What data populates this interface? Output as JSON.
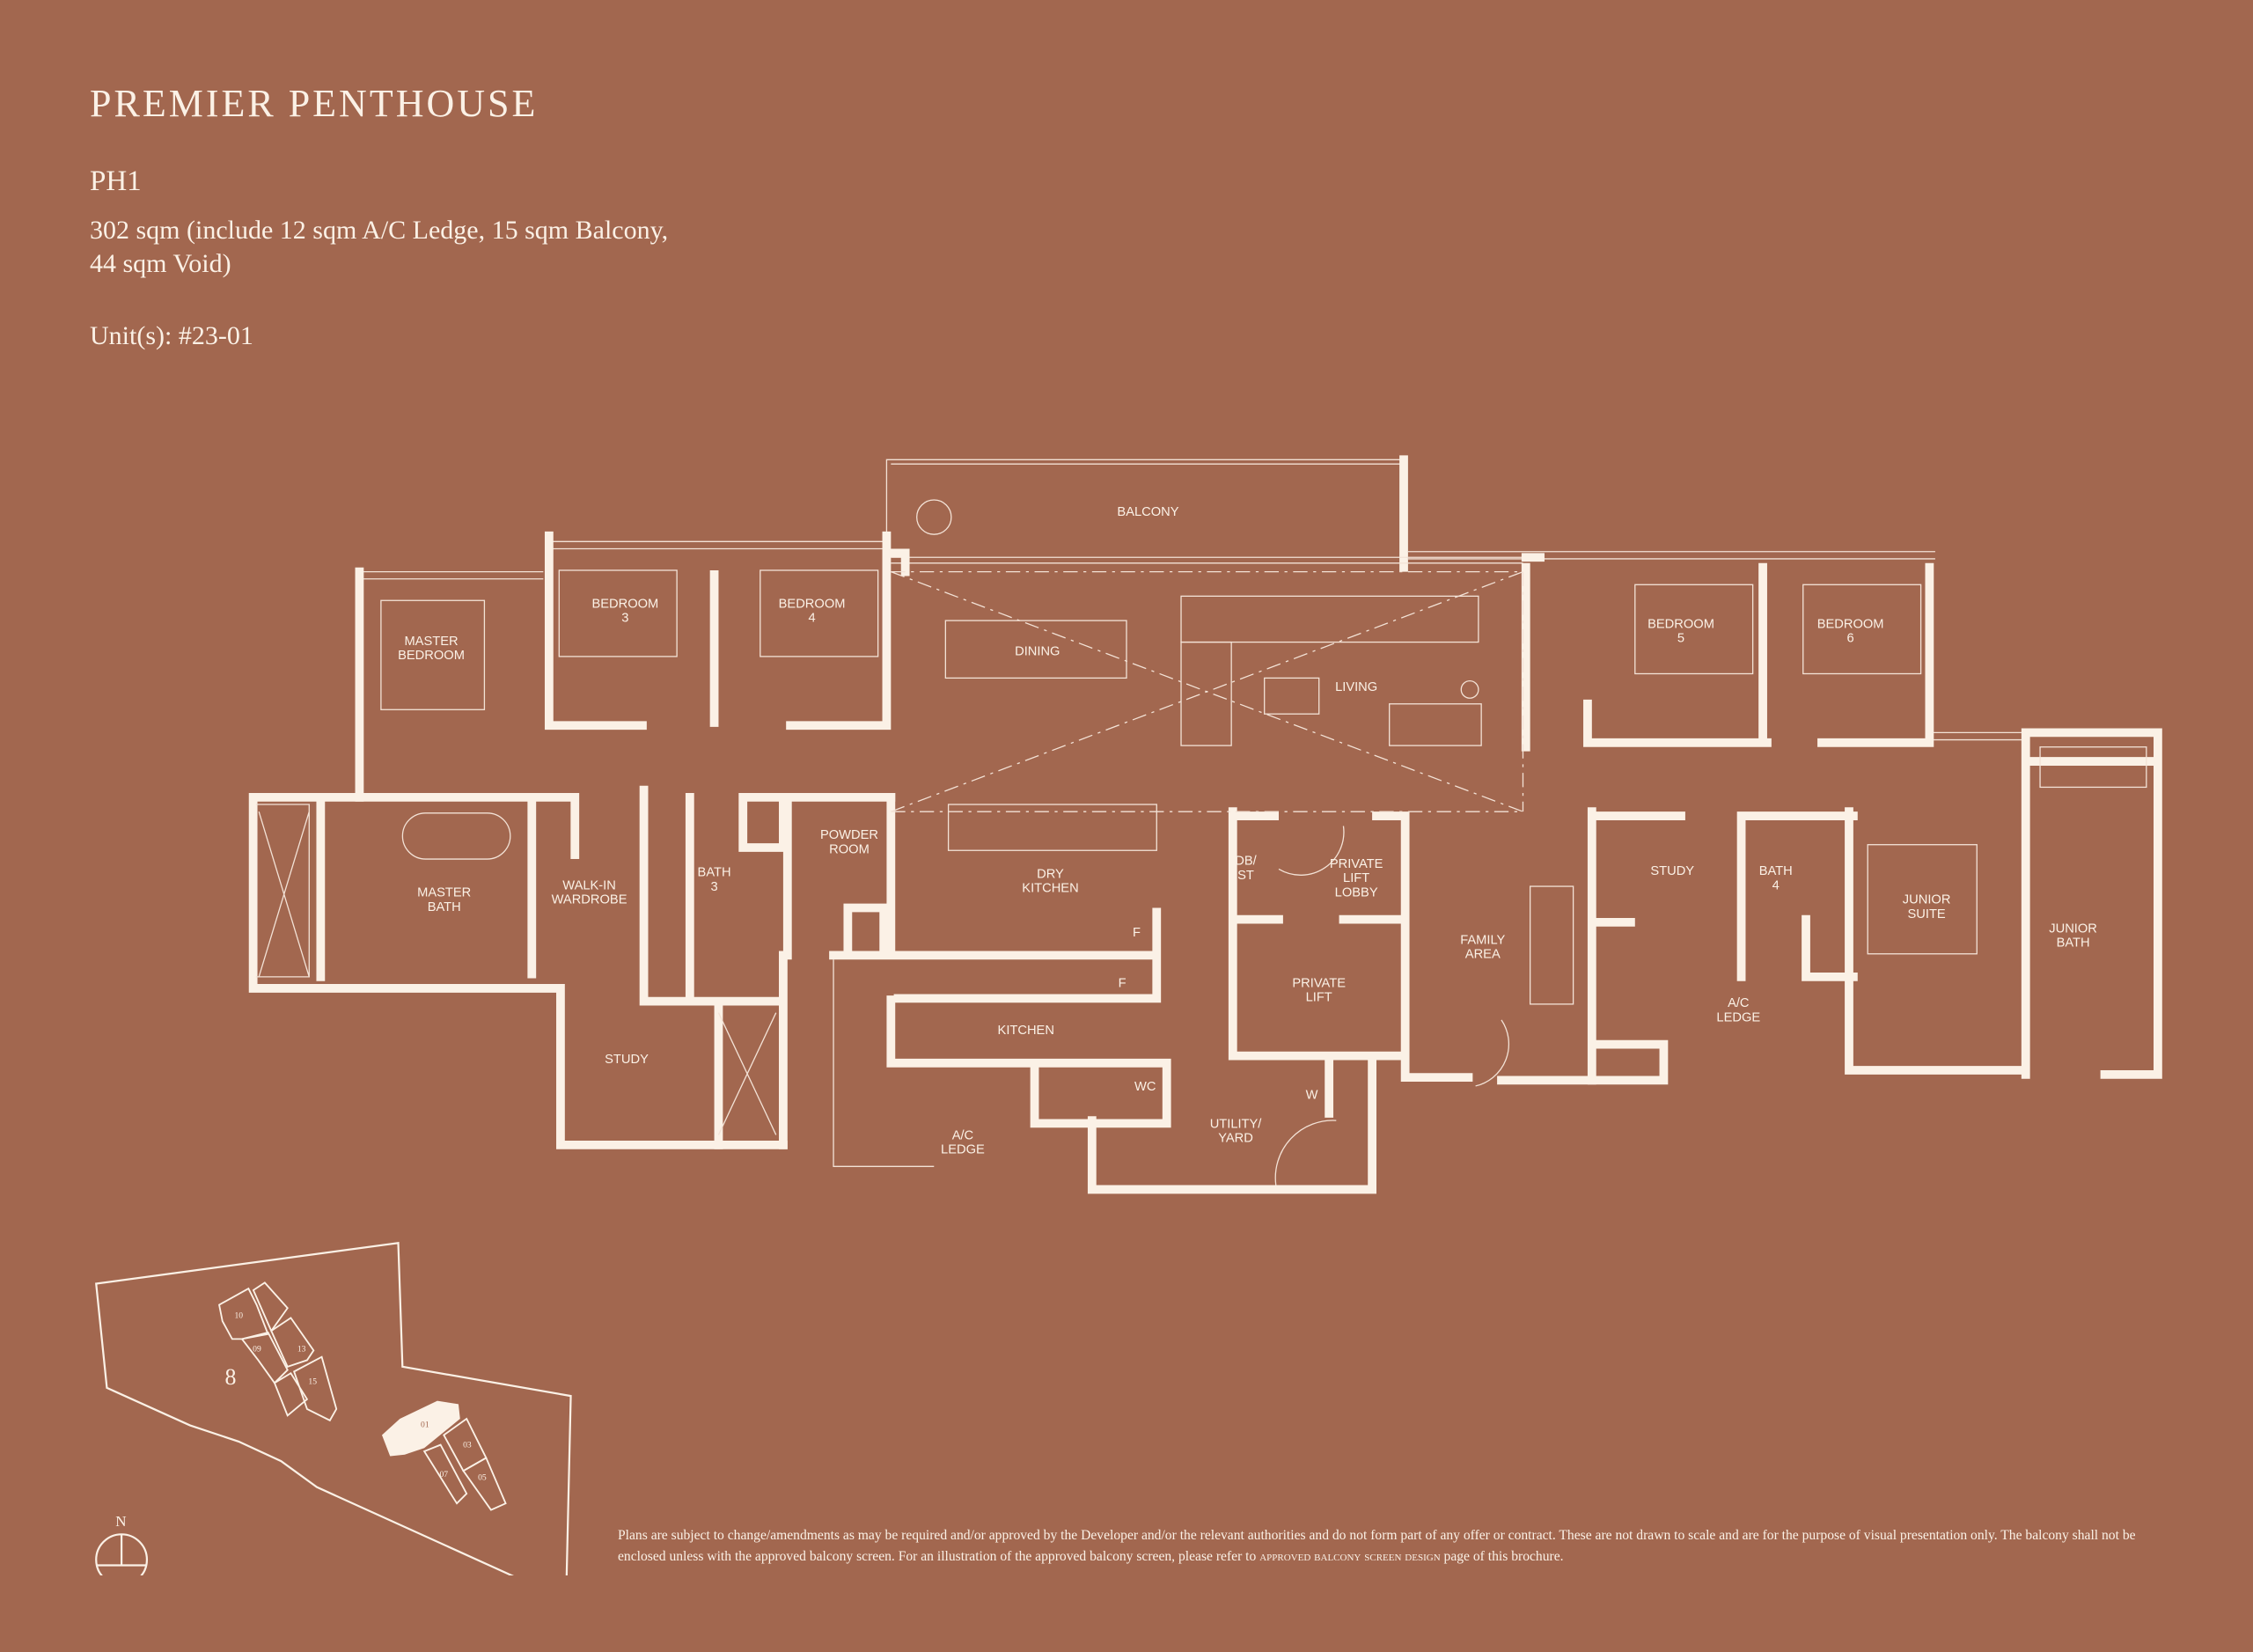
{
  "header": {
    "title": "PREMIER PENTHOUSE",
    "unit_type": "PH1",
    "area_line1": "302 sqm (include 12 sqm A/C Ledge, 15 sqm Balcony,",
    "area_line2": "44 sqm Void)",
    "units": "Unit(s):  #23-01"
  },
  "rooms": {
    "balcony": "BALCONY",
    "master_bedroom": [
      "MASTER",
      "BEDROOM"
    ],
    "bedroom3": [
      "BEDROOM",
      "3"
    ],
    "bedroom4": [
      "BEDROOM",
      "4"
    ],
    "dining": "DINING",
    "living": "LIVING",
    "bedroom5": [
      "BEDROOM",
      "5"
    ],
    "bedroom6": [
      "BEDROOM",
      "6"
    ],
    "master_bath": [
      "MASTER",
      "BATH"
    ],
    "walk_in": [
      "WALK-IN",
      "WARDROBE"
    ],
    "bath3": [
      "BATH",
      "3"
    ],
    "powder": [
      "POWDER",
      "ROOM"
    ],
    "dry_kitchen": [
      "DRY",
      "KITCHEN"
    ],
    "dbst": [
      "DB/",
      "ST"
    ],
    "lift_lobby": [
      "PRIVATE",
      "LIFT",
      "LOBBY"
    ],
    "family": [
      "FAMILY",
      "AREA"
    ],
    "study_right": "STUDY",
    "bath4": [
      "BATH",
      "4"
    ],
    "junior_suite": [
      "JUNIOR",
      "SUITE"
    ],
    "junior_bath": [
      "JUNIOR",
      "BATH"
    ],
    "private_lift": [
      "PRIVATE",
      "LIFT"
    ],
    "ac_ledge_right": [
      "A/C",
      "LEDGE"
    ],
    "kitchen": "KITCHEN",
    "study_left": "STUDY",
    "wc": "WC",
    "w": "W",
    "utility": [
      "UTILITY/",
      "YARD"
    ],
    "ac_ledge_left": [
      "A/C",
      "LEDGE"
    ],
    "fridge": "F"
  },
  "site_plan": {
    "block_number": "8",
    "north": "N",
    "units": [
      "10",
      "09",
      "13",
      "15",
      "01",
      "03",
      "07",
      "05"
    ],
    "highlight_color": "#FBF1E6"
  },
  "disclaimer": {
    "line1": "Plans are subject to change/amendments as may be required and/or approved by the Developer and/or the relevant authorities and do not form part of any offer or contract. These are not drawn to scale and are for the purpose of visual presentation only. The balcony shall not be enclosed unless with the approved balcony screen. For an illustration of the approved balcony screen, please refer to",
    "link": "approved balcony screen design",
    "line2": "page of this brochure."
  },
  "colors": {
    "background": "#A2674F",
    "ink": "#FBF1E6"
  }
}
